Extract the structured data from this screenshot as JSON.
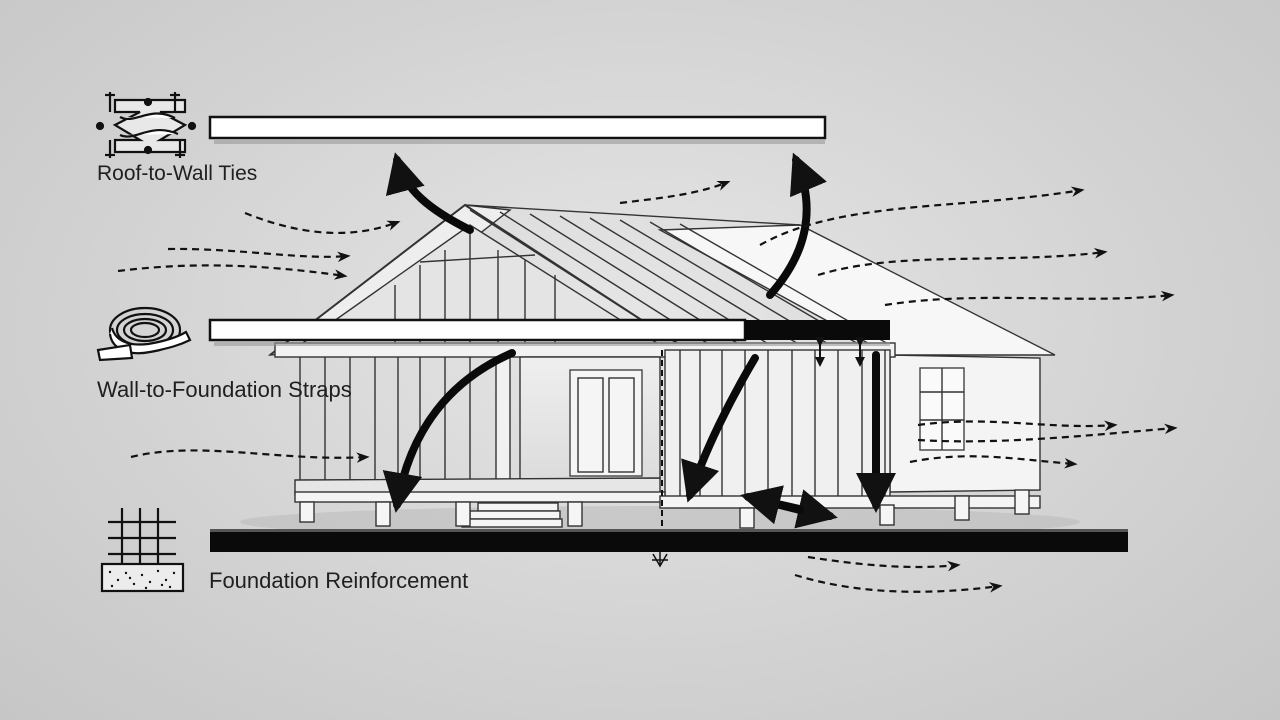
{
  "labels": {
    "roof_to_wall": "Roof-to-Wall Ties",
    "wall_to_foundation": "Wall-to-Foundation Straps",
    "foundation": "Foundation Reinforcement"
  },
  "icons": {
    "roof_to_wall": "hurricane-tie-plate-icon",
    "wall_to_foundation": "coiled-strap-icon",
    "foundation": "rebar-grid-concrete-icon"
  },
  "colors": {
    "background": "#d6d6d6",
    "ink": "#111111",
    "bar_white": "#ffffff",
    "bar_black": "#0a0a0a"
  }
}
